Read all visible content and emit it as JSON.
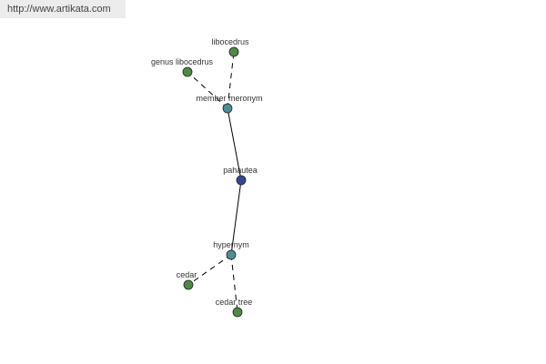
{
  "site": {
    "url": "http://www.artikata.com"
  },
  "colors": {
    "center": "#334a93",
    "relation": "#4b8f95",
    "leaf": "#4f8a45",
    "edge": "#000000",
    "text": "#333333"
  },
  "graph": {
    "nodes": [
      {
        "id": "pahautea",
        "label": "pahautea",
        "kind": "center"
      },
      {
        "id": "member-meronym",
        "label": "member meronym",
        "kind": "relation"
      },
      {
        "id": "hypernym",
        "label": "hypernym",
        "kind": "relation"
      },
      {
        "id": "libocedrus",
        "label": "libocedrus",
        "kind": "leaf"
      },
      {
        "id": "genus-libocedrus",
        "label": "genus libocedrus",
        "kind": "leaf"
      },
      {
        "id": "cedar",
        "label": "cedar",
        "kind": "leaf"
      },
      {
        "id": "cedar-tree",
        "label": "cedar tree",
        "kind": "leaf"
      }
    ],
    "edges": [
      {
        "from": "pahautea",
        "to": "member-meronym",
        "style": "solid"
      },
      {
        "from": "pahautea",
        "to": "hypernym",
        "style": "solid"
      },
      {
        "from": "member-meronym",
        "to": "libocedrus",
        "style": "dashed"
      },
      {
        "from": "member-meronym",
        "to": "genus-libocedrus",
        "style": "dashed"
      },
      {
        "from": "hypernym",
        "to": "cedar",
        "style": "dashed"
      },
      {
        "from": "hypernym",
        "to": "cedar-tree",
        "style": "dashed"
      }
    ]
  }
}
